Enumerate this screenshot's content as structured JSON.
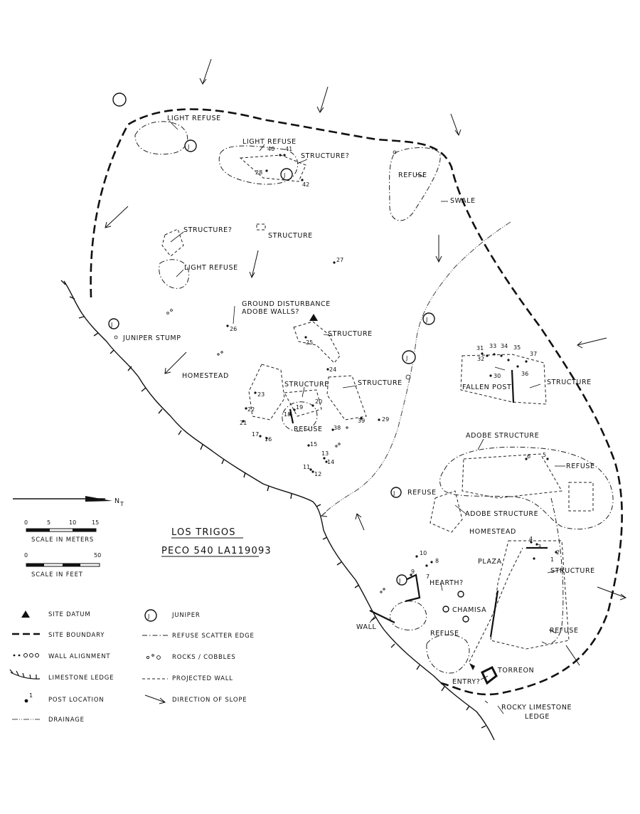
{
  "title": {
    "line1": "LOS TRIGOS",
    "line2": "PECO 540  LA119093"
  },
  "north": {
    "label": "N",
    "subscript": "T"
  },
  "scale_meters": {
    "label": "SCALE IN METERS",
    "ticks": [
      "0",
      "5",
      "10",
      "15"
    ]
  },
  "scale_feet": {
    "label": "SCALE IN FEET",
    "ticks": [
      "0",
      "50"
    ]
  },
  "legend": {
    "site_datum": "SITE DATUM",
    "site_boundary": "SITE BOUNDARY",
    "wall_alignment": "WALL ALIGNMENT",
    "limestone_ledge": "LIMESTONE LEDGE",
    "post_location": "POST LOCATION",
    "post_location_mark": "1",
    "drainage": "DRAINAGE",
    "juniper": "JUNIPER",
    "juniper_mark": "J",
    "refuse_scatter_edge": "REFUSE SCATTER EDGE",
    "rocks_cobbles": "ROCKS / COBBLES",
    "projected_wall": "PROJECTED WALL",
    "direction_of_slope": "DIRECTION OF SLOPE"
  },
  "labels": {
    "light_refuse_1": "LIGHT REFUSE",
    "light_refuse_2": "LIGHT REFUSE",
    "light_refuse_3": "LIGHT REFUSE",
    "structure_q1": "STRUCTURE?",
    "structure_q2": "STRUCTURE?",
    "structure_1": "STRUCTURE",
    "structure_2": "STRUCTURE",
    "structure_3": "STRUCTURE",
    "structure_4": "STRUCTURE",
    "structure_5": "STRUCTURE",
    "structure_6": "STRUCTURE",
    "refuse_1": "REFUSE",
    "refuse_2": "REFUSE",
    "refuse_3": "REFUSE",
    "refuse_4": "REFUSE",
    "refuse_5": "REFUSE",
    "refuse_6": "REFUSE",
    "swale": "SWALE",
    "ground_disturbance": "GROUND DISTURBANCE",
    "adobe_walls": "ADOBE WALLS?",
    "juniper_stump": "JUNIPER STUMP",
    "homestead_1": "HOMESTEAD",
    "homestead_2": "HOMESTEAD",
    "fallen_post": "FALLEN POST",
    "adobe_structure_1": "ADOBE STRUCTURE",
    "adobe_structure_2": "ADOBE STRUCTURE",
    "plaza": "PLAZA",
    "hearth": "HEARTH?",
    "chamisa": "CHAMISA",
    "wall": "WALL",
    "torreon": "TORREON",
    "entry": "ENTRY?",
    "rocky_ledge_1": "ROCKY LIMESTONE",
    "rocky_ledge_2": "LEDGE",
    "tree_mark": "J"
  },
  "posts": {
    "p1": "1",
    "p2": "2",
    "p3": "3",
    "p4": "4",
    "p5": "5",
    "p6": "6",
    "p7": "7",
    "p8": "8",
    "p9": "9",
    "p10": "10",
    "p11": "11",
    "p12": "12",
    "p13": "13",
    "p14": "14",
    "p15": "15",
    "p16": "16",
    "p17": "17",
    "p18": "18",
    "p19": "19",
    "p20": "20",
    "p21": "21",
    "p22": "22",
    "p23": "23",
    "p24": "24",
    "p25": "25",
    "p26": "26",
    "p27": "27",
    "p28": "28",
    "p29": "29",
    "p30": "30",
    "p31": "31",
    "p32": "32",
    "p33": "33",
    "p34": "34",
    "p35": "35",
    "p36": "36",
    "p37": "37",
    "p38": "38",
    "p39": "39",
    "p40": "40",
    "p41": "41",
    "p42": "42"
  }
}
